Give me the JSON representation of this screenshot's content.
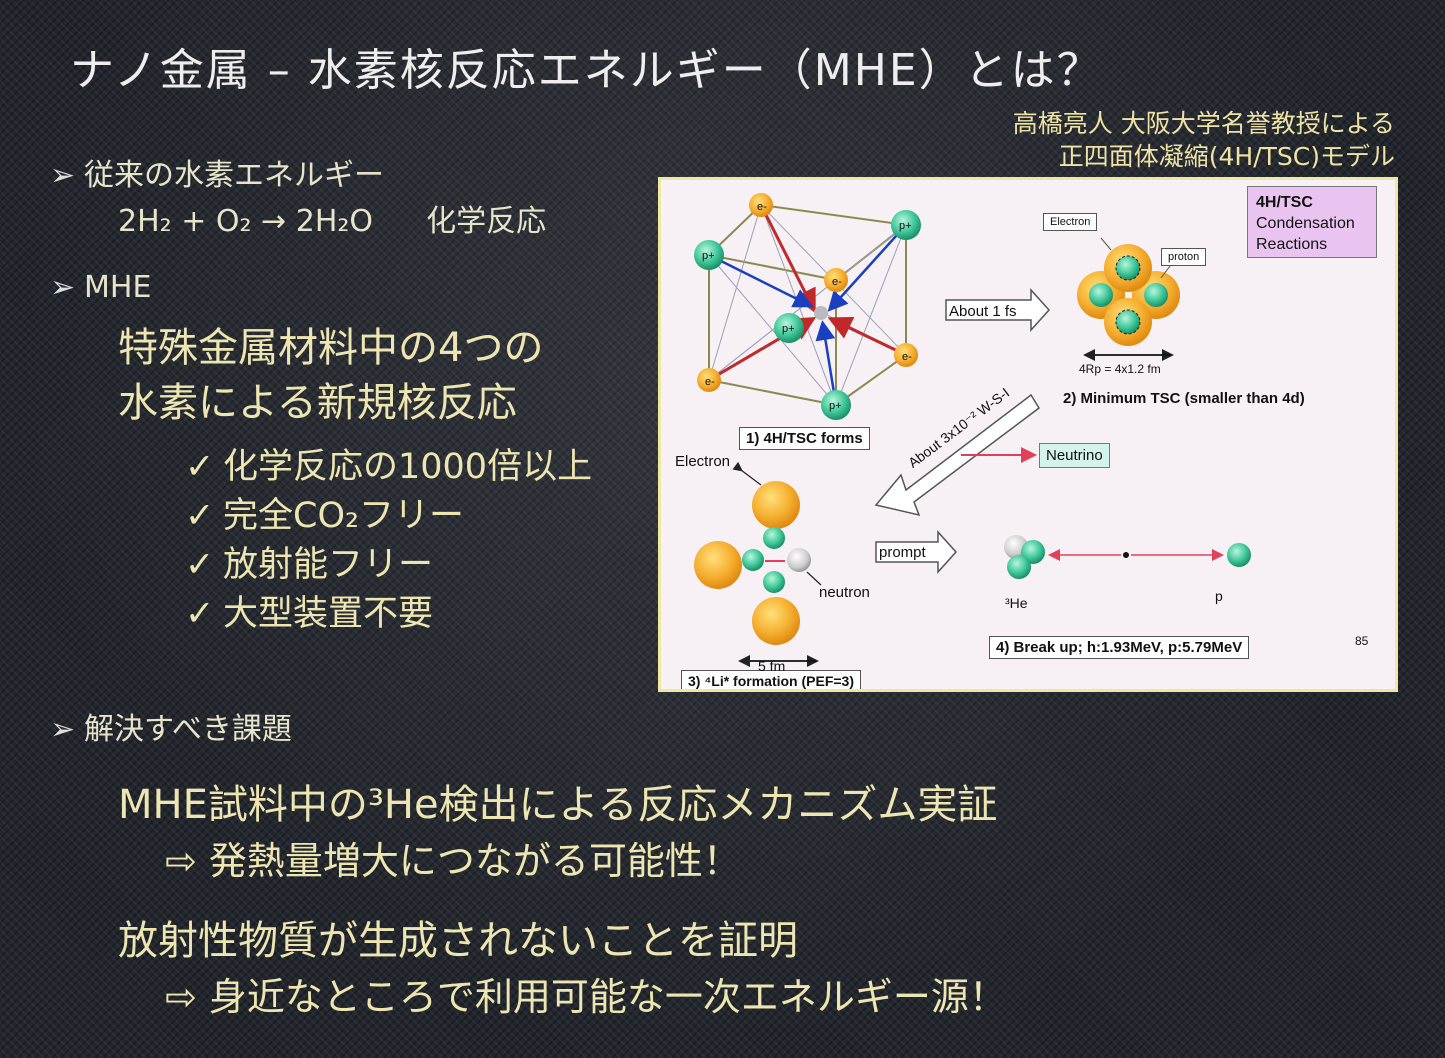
{
  "title": "ナノ金属 – 水素核反応エネルギー（MHE）とは？",
  "credit": {
    "line1": "高橋亮人 大阪大学名誉教授による",
    "line2": "正四面体凝縮(4H/TSC)モデル"
  },
  "bullets": {
    "conventional": {
      "label": "従来の水素エネルギー",
      "equation": "2H₂ + O₂ → 2H₂O",
      "note": "化学反応"
    },
    "mhe": {
      "label": "MHE",
      "desc_line1": "特殊金属材料中の4つの",
      "desc_line2": "水素による新規核反応",
      "checks": [
        "化学反応の1000倍以上",
        "完全CO₂フリー",
        "放射能フリー",
        "大型装置不要"
      ]
    },
    "issues": {
      "label": "解決すべき課題"
    }
  },
  "check_mark": "✓",
  "issues": {
    "item1": "MHE試料中の³He検出による反応メカニズム実証",
    "item1_sub": "⇨ 発熱量増大につながる可能性！",
    "item2": "放射性物質が生成されないことを証明",
    "item2_sub": "⇨ 身近なところで利用可能な一次エネルギー源！"
  },
  "figure": {
    "tsc_box": [
      "4H/TSC",
      "Condensation",
      "Reactions"
    ],
    "step1": "1) 4H/TSC forms",
    "step2": "2) Minimum TSC (smaller than 4d)",
    "step3": "3) ⁴Li* formation (PEF=3)",
    "step4": "4) Break up; h:1.93MeV, p:5.79MeV",
    "about_fs": "About 1 fs",
    "about_wisi": "About 3x10⁻² W-S-I",
    "neutrino": "Neutrino",
    "electron_small": "Electron",
    "proton_small": "proton",
    "electron": "Electron",
    "neutron": "neutron",
    "prompt": "prompt",
    "size_4rp": "4Rp = 4x1.2 fm",
    "size_5fm": "5 fm",
    "he3": "³He",
    "p": "p",
    "page_num": "85",
    "p_label": "p+",
    "e_label": "e-"
  },
  "colors": {
    "accent_text": "#ede6b2",
    "figure_border": "#efe7a2",
    "electron": "#f0a830",
    "proton": "#3cc79a"
  }
}
